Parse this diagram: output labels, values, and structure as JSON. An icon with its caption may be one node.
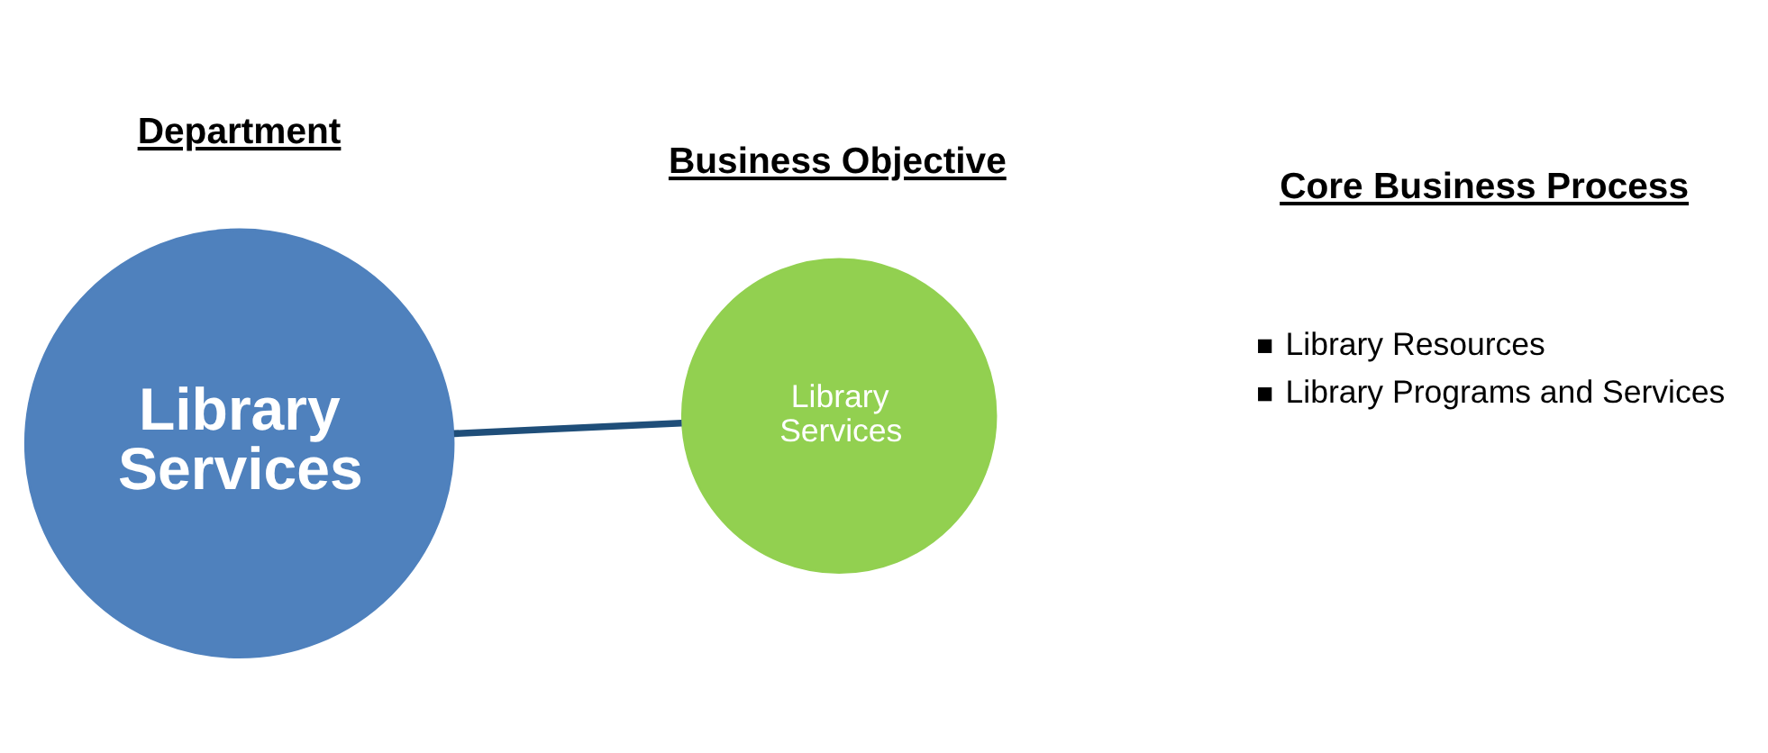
{
  "diagram": {
    "nodes": [
      {
        "text": [
          "Library Services"
        ]
      },
      {
        "text": [
          "Library Services"
        ]
      }
    ],
    "edges": [
      {
        "from": 0,
        "to": 1,
        "arrow": "none"
      }
    ],
    "labels": [
      "Department",
      "Business Objective",
      "Core Business Process",
      "Library Resources",
      "Library Programs and Services"
    ]
  }
}
